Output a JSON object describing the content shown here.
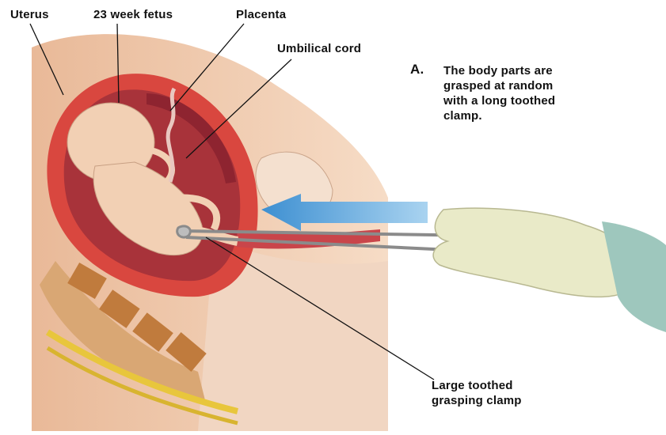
{
  "labels": {
    "uterus": "Uterus",
    "fetus": "23 week fetus",
    "placenta": "Placenta",
    "umbilical_cord": "Umbilical cord",
    "clamp": "Large toothed\ngrasping clamp"
  },
  "caption": {
    "letter": "A.",
    "text": "The body parts are\ngrasped at random\nwith a long toothed\nclamp."
  },
  "colors": {
    "uterus_wall": "#d9473f",
    "uterine_cavity": "#a8333a",
    "fetus_skin": "#f2d0b4",
    "abdomen": "#efcbb0",
    "spine": "#c98a4a",
    "glove": "#e9eac8",
    "arrow": "#5aa6dc",
    "instrument": "#9a9a9a"
  }
}
